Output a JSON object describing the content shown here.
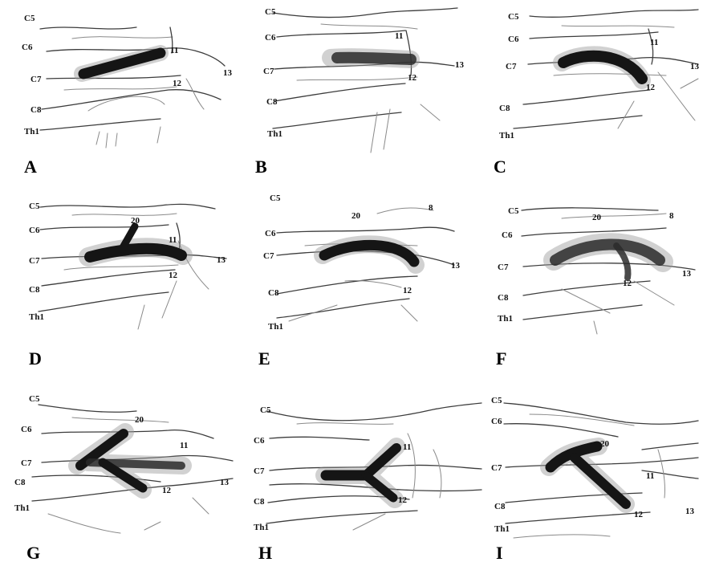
{
  "panels": [
    {
      "id": "A",
      "labels": [
        "C5",
        "C6",
        "C7",
        "C8",
        "Th1",
        "11",
        "12",
        "13"
      ]
    },
    {
      "id": "B",
      "labels": [
        "C5",
        "C6",
        "C7",
        "C8",
        "Th1",
        "11",
        "12",
        "13"
      ]
    },
    {
      "id": "C",
      "labels": [
        "C5",
        "C6",
        "C7",
        "C8",
        "Th1",
        "11",
        "12",
        "13"
      ]
    },
    {
      "id": "D",
      "labels": [
        "C5",
        "C6",
        "C7",
        "C8",
        "Th1",
        "20",
        "11",
        "12",
        "13"
      ]
    },
    {
      "id": "E",
      "labels": [
        "C5",
        "C6",
        "C7",
        "C8",
        "Th1",
        "20",
        "8",
        "12",
        "13"
      ]
    },
    {
      "id": "F",
      "labels": [
        "C5",
        "C6",
        "C7",
        "C8",
        "Th1",
        "20",
        "8",
        "12",
        "13"
      ]
    },
    {
      "id": "G",
      "labels": [
        "C5",
        "C6",
        "C7",
        "C8",
        "Th1",
        "20",
        "11",
        "12",
        "13"
      ]
    },
    {
      "id": "H",
      "labels": [
        "C5",
        "C6",
        "C7",
        "C8",
        "Th1",
        "11",
        "12"
      ]
    },
    {
      "id": "I",
      "labels": [
        "C5",
        "C6",
        "C7",
        "C8",
        "Th1",
        "20",
        "11",
        "12",
        "13"
      ]
    }
  ],
  "colors": {
    "background": "#ffffff",
    "vessel": "#151515",
    "nerve": "#3c3c3c",
    "text": "#111111"
  }
}
